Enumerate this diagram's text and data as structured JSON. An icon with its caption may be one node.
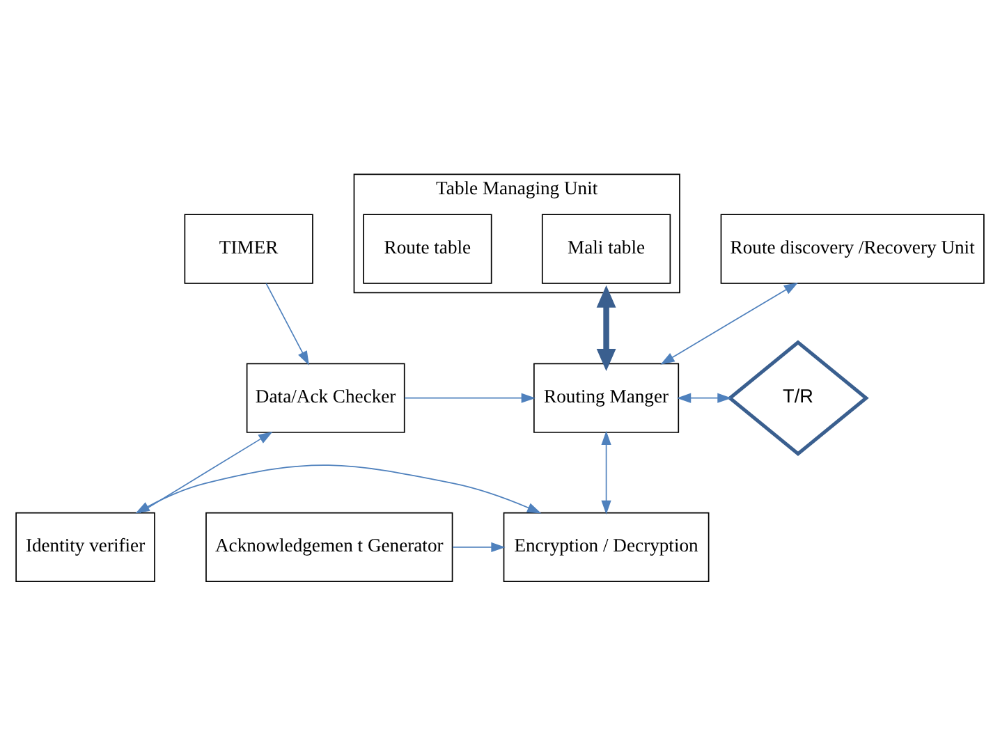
{
  "diagram": {
    "nodes": [
      {
        "text": [
          "Table Managing Unit"
        ]
      },
      {
        "text": [
          "Mali table"
        ],
        "in": 0
      },
      {
        "text": [
          "Route table"
        ],
        "in": 0
      },
      {
        "text": [
          "TIMER"
        ]
      },
      {
        "text": [
          "Route discovery /Recovery Unit"
        ]
      },
      {
        "text": [
          "Data/Ack Checker"
        ]
      },
      {
        "text": [
          "Routing Manger"
        ]
      },
      {
        "text": [
          "T/R"
        ]
      },
      {
        "text": [
          "Identity verifier"
        ]
      },
      {
        "text": [
          "Encryption / Decryption"
        ]
      },
      {
        "text": [
          "Acknowledgemen t Generator"
        ]
      }
    ],
    "edges": [
      {
        "from": 3,
        "to": 5,
        "arrow": "to"
      },
      {
        "from": 0,
        "to": 6,
        "arrow": "both",
        "style": "thick",
        "color": "#3a5f8f"
      },
      {
        "from": 4,
        "to": 6,
        "arrow": "both"
      },
      {
        "from": 5,
        "to": 6,
        "arrow": "to"
      },
      {
        "from": 6,
        "to": 7,
        "arrow": "both"
      },
      {
        "from": 8,
        "to": 5,
        "arrow": "to"
      },
      {
        "from": 6,
        "to": 9,
        "arrow": "both"
      },
      {
        "from": 8,
        "to": 9,
        "arrow": "both"
      },
      {
        "from": 10,
        "to": 9,
        "arrow": "to"
      }
    ]
  }
}
